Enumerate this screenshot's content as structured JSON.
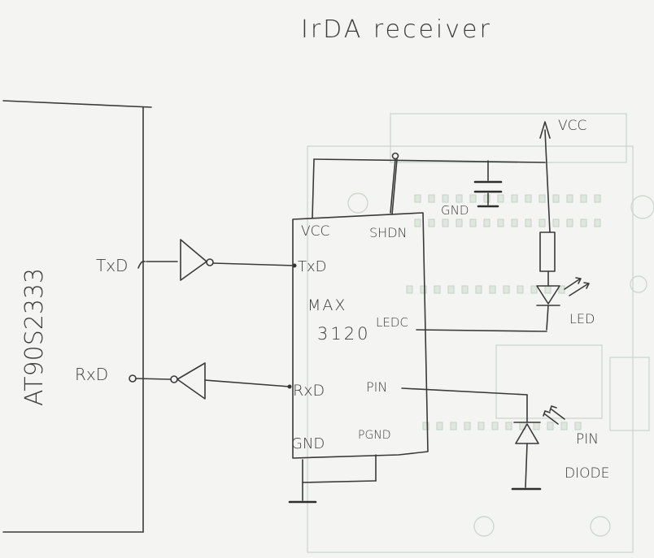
{
  "title": "IrDA receiver",
  "mcu": {
    "name": "AT90S2333",
    "pin_txd": "TxD",
    "pin_rxd": "RxD"
  },
  "ic": {
    "name_line1": "MAX",
    "name_line2": "3120",
    "pins": {
      "vcc": "VCC",
      "shdn": "SHDN",
      "txd": "TxD",
      "ledc": "LEDC",
      "rxd": "RxD",
      "pin": "PIN",
      "gnd": "GND",
      "pgnd": "PGND"
    }
  },
  "labels": {
    "vcc": "VCC",
    "gnd": "GND",
    "led": "LED",
    "pin_diode_line1": "PIN",
    "pin_diode_line2": "DIODE"
  }
}
